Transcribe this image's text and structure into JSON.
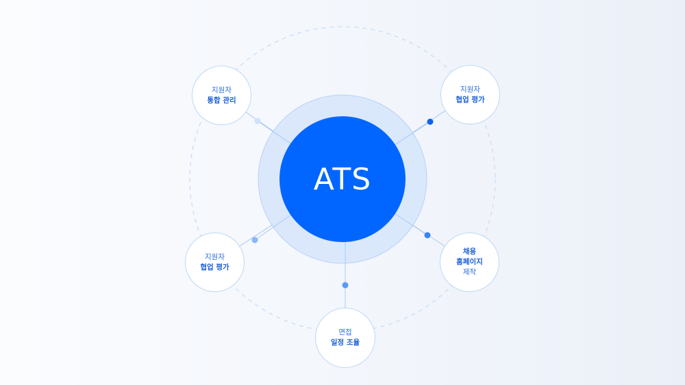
{
  "diagram": {
    "type": "hub-and-spoke",
    "center": {
      "label": "ATS",
      "color": "#0066ff",
      "halo_color": "#d6e5fb"
    },
    "outer_ring": {
      "style": "dashed",
      "color": "#c5dcf5"
    },
    "nodes": [
      {
        "id": "top-left",
        "line1": "지원자",
        "line2": "통합 관리",
        "connector_dot_color": "#cfe1fb"
      },
      {
        "id": "top-right",
        "line1": "지원자",
        "line2": "협업 평가",
        "connector_dot_color": "#0a63f0"
      },
      {
        "id": "bottom-right",
        "line1": "채용",
        "line2": "홈페이지",
        "line3": "제작",
        "connector_dot_color": "#3a82f5"
      },
      {
        "id": "bottom",
        "line1": "면접",
        "line2": "일정 조율",
        "connector_dot_color": "#5a9af7"
      },
      {
        "id": "bottom-left",
        "line1": "지원자",
        "line2": "협업 평가",
        "connector_dot_color": "#8ab8f8"
      }
    ],
    "colors": {
      "node_text": "#1f63d9",
      "node_border": "#bcd8f6",
      "connector_line": "#a9cbf3"
    }
  }
}
